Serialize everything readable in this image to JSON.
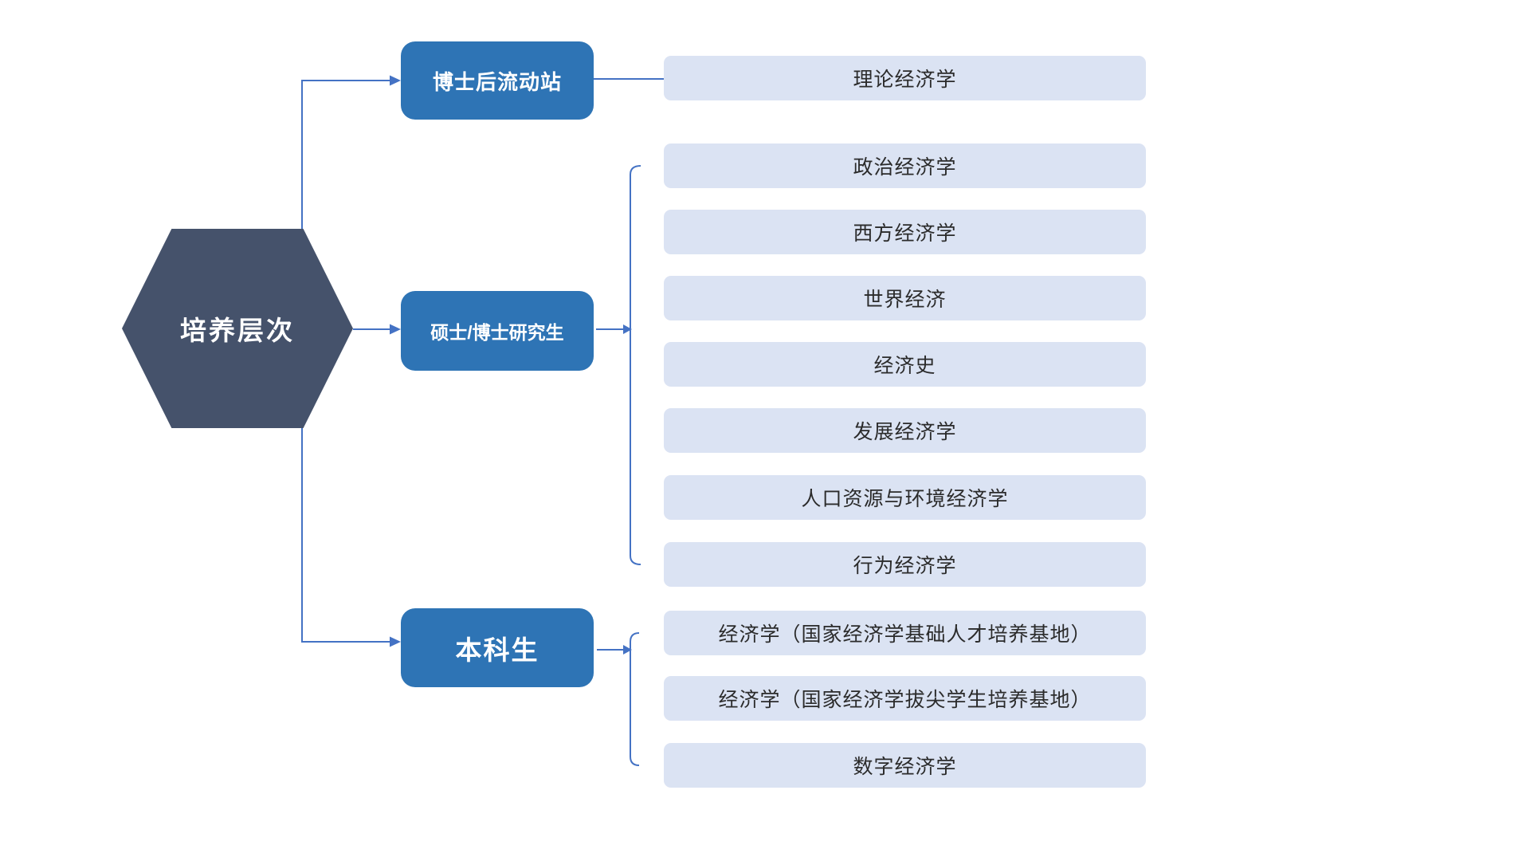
{
  "colors": {
    "hexagon": "#45526b",
    "box": "#2e74b5",
    "box_text": "#ffffff",
    "item_bg": "#dbe3f3",
    "item_text": "#2b2b2b",
    "line": "#4472c4"
  },
  "root": {
    "label": "培养层次"
  },
  "branches": [
    {
      "label": "博士后流动站",
      "items": [
        "理论经济学"
      ]
    },
    {
      "label": "硕士/博士研究生",
      "items": [
        "政治经济学",
        "西方经济学",
        "世界经济",
        "经济史",
        "发展经济学",
        "人口资源与环境经济学",
        "行为经济学"
      ]
    },
    {
      "label": "本科生",
      "items": [
        "经济学（国家经济学基础人才培养基地）",
        "经济学（国家经济学拔尖学生培养基地）",
        "数字经济学"
      ]
    }
  ]
}
